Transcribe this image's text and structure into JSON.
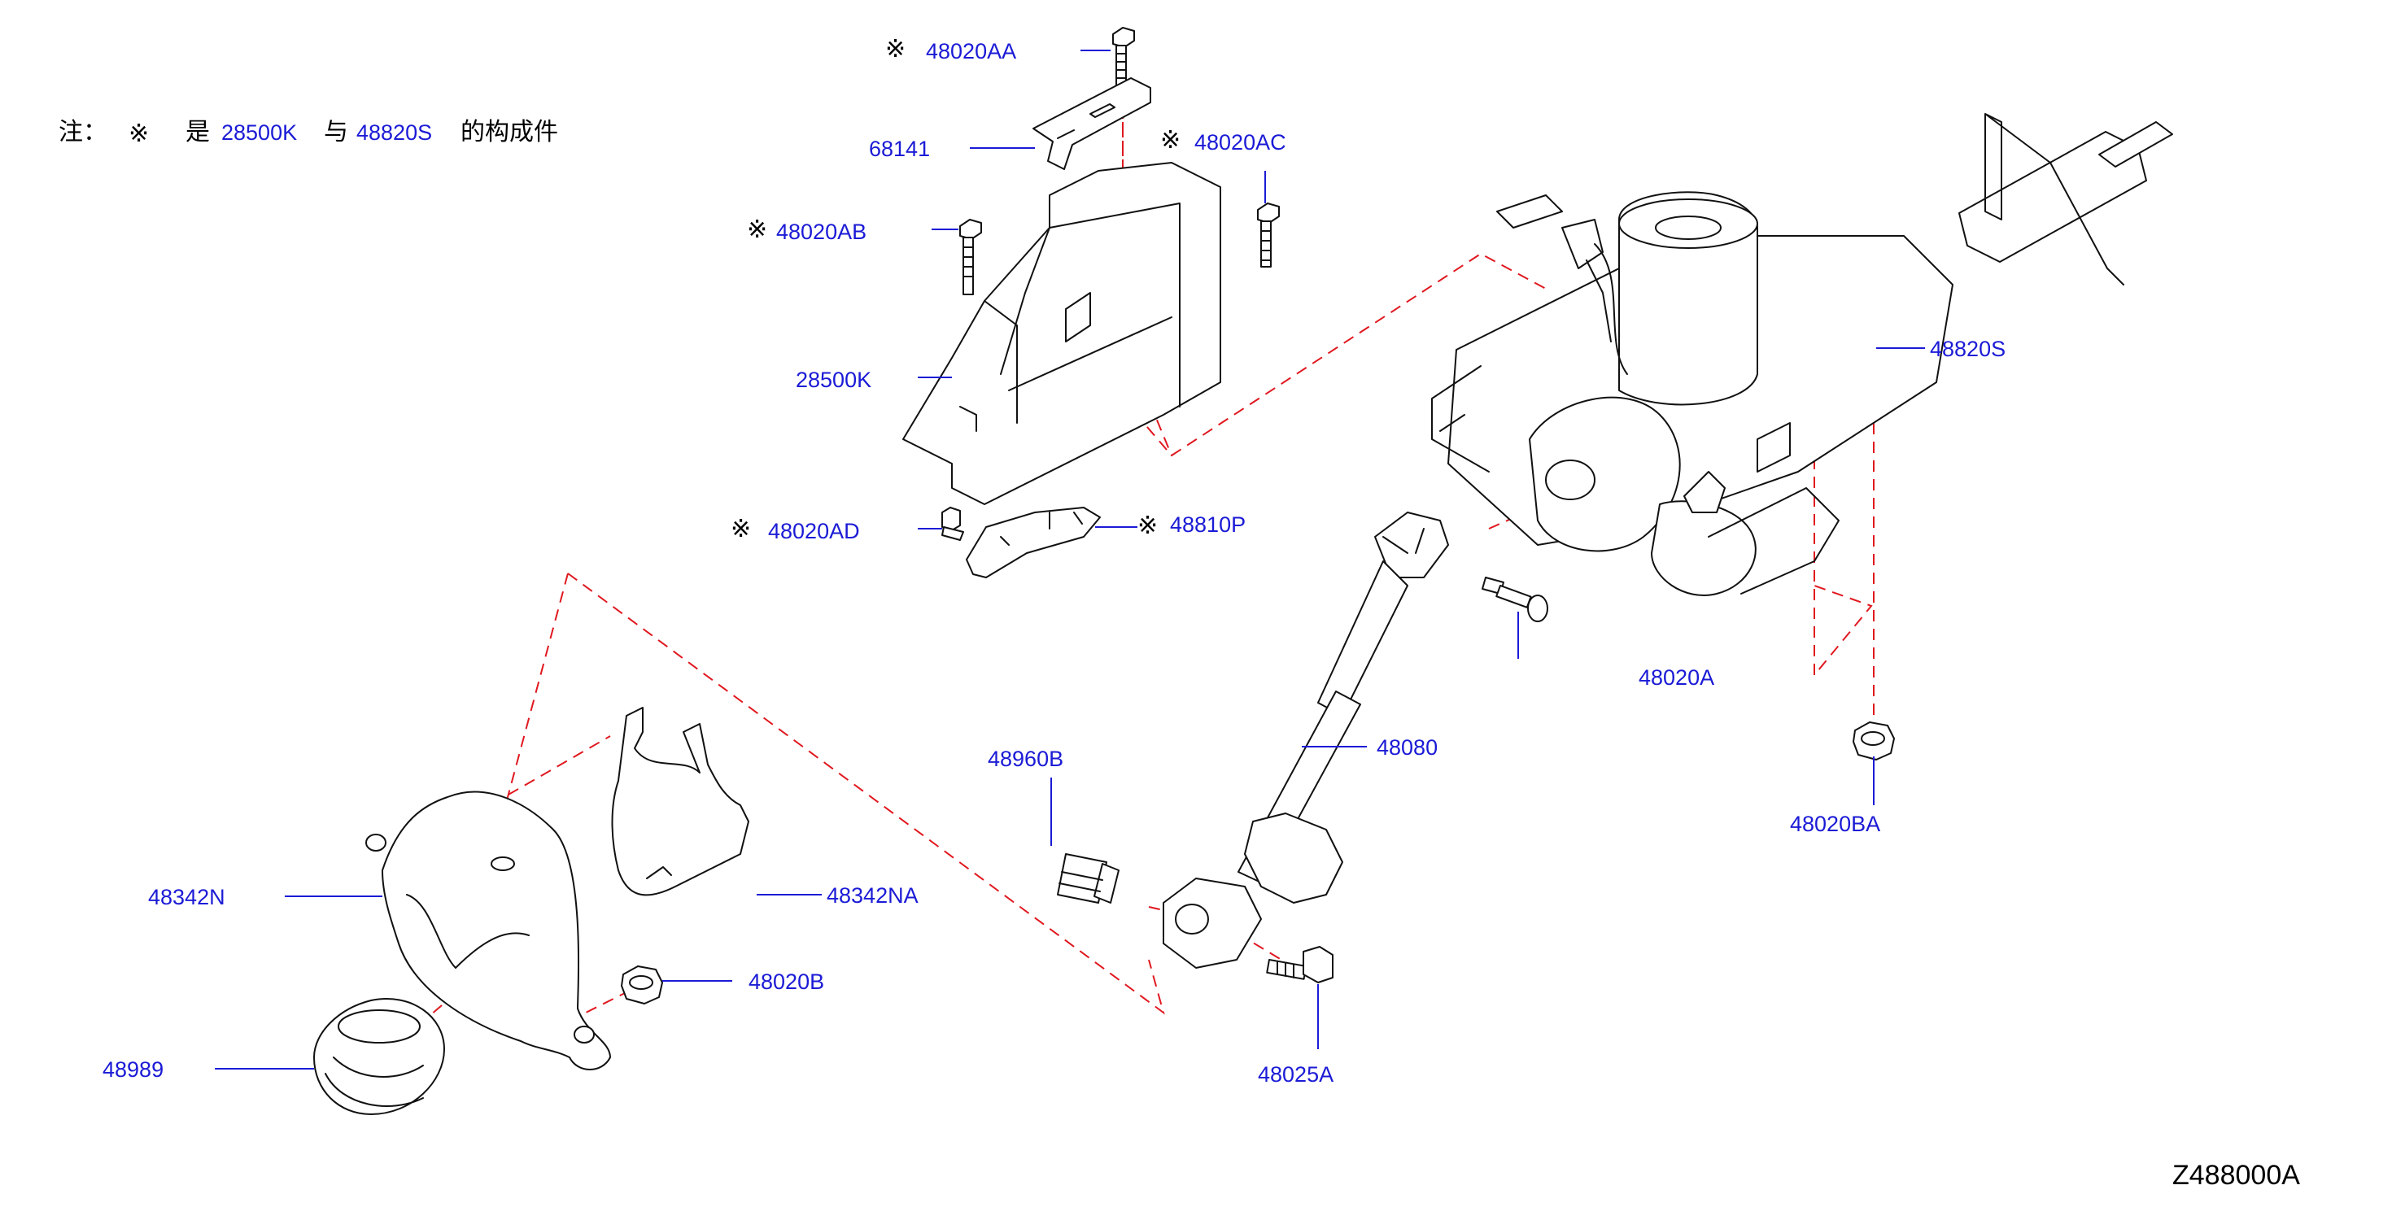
{
  "note": {
    "prefix": "注：",
    "mark": "※",
    "is": "是",
    "part_a": "28500K",
    "and": "与",
    "part_b": "48820S",
    "suffix": "的构成件"
  },
  "callouts": [
    {
      "id": "48020AA",
      "marked": true
    },
    {
      "id": "68141",
      "marked": false
    },
    {
      "id": "48020AC",
      "marked": true
    },
    {
      "id": "48020AB",
      "marked": true
    },
    {
      "id": "28500K",
      "marked": false
    },
    {
      "id": "48020AD",
      "marked": true
    },
    {
      "id": "48810P",
      "marked": true
    },
    {
      "id": "48820S",
      "marked": false
    },
    {
      "id": "48020A",
      "marked": false
    },
    {
      "id": "48020BA",
      "marked": false
    },
    {
      "id": "48960B",
      "marked": false
    },
    {
      "id": "48080",
      "marked": false
    },
    {
      "id": "48342N",
      "marked": false
    },
    {
      "id": "48342NA",
      "marked": false
    },
    {
      "id": "48020B",
      "marked": false
    },
    {
      "id": "48989",
      "marked": false
    },
    {
      "id": "48025A",
      "marked": false
    }
  ],
  "diagram_ref": "Z488000A",
  "colors": {
    "label": "#1b1bd6",
    "leader": "#1b1bd6",
    "phantom_line": "#e0181f",
    "part_outline": "#111111",
    "background": "#ffffff"
  }
}
